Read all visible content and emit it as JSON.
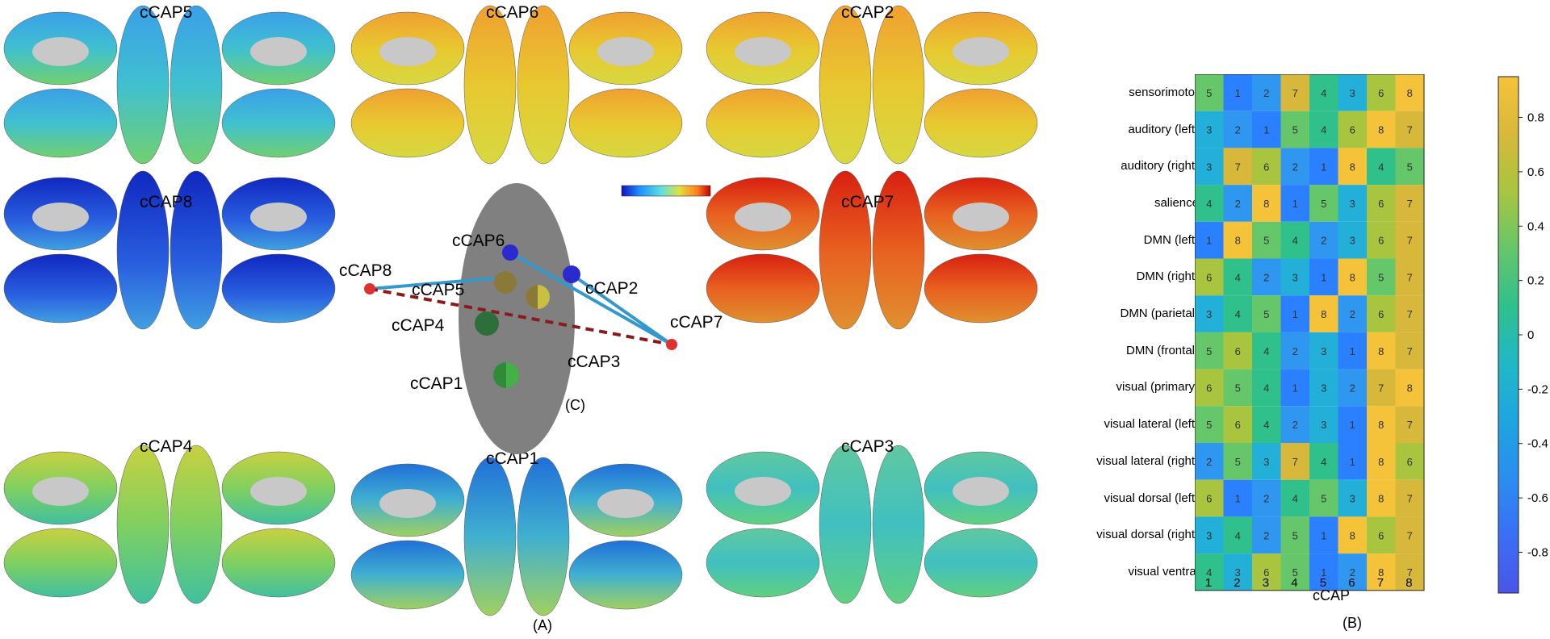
{
  "figure": {
    "panel_labels": {
      "a": "(A)",
      "b": "(B)",
      "c": "(C)"
    },
    "brain_maps": [
      {
        "id": "cCAP5",
        "title": "cCAP5",
        "scheme": "mixed-blue"
      },
      {
        "id": "cCAP6",
        "title": "cCAP6",
        "scheme": "yellow-orange"
      },
      {
        "id": "cCAP2",
        "title": "cCAP2",
        "scheme": "yellow-orange"
      },
      {
        "id": "cCAP8",
        "title": "cCAP8",
        "scheme": "deep-blue"
      },
      {
        "id": "cCAP7",
        "title": "cCAP7",
        "scheme": "red"
      },
      {
        "id": "cCAP4",
        "title": "cCAP4",
        "scheme": "green-yellow"
      },
      {
        "id": "cCAP1",
        "title": "cCAP1",
        "scheme": "blue-cyan"
      },
      {
        "id": "cCAP3",
        "title": "cCAP3",
        "scheme": "cyan-green"
      }
    ],
    "colorbar_colors": [
      "#1010c0",
      "#1e90ff",
      "#5fe0e0",
      "#e0e040",
      "#ff8020",
      "#c00000"
    ],
    "diagram": {
      "nodes": [
        {
          "label": "cCAP6",
          "color": "#2a2ad0"
        },
        {
          "label": "cCAP2",
          "color": "#2a2ad0"
        },
        {
          "label": "cCAP5",
          "color": "#8a7a3a"
        },
        {
          "label": "cCAP8",
          "color": "#e03030"
        },
        {
          "label": "cCAP7",
          "color": "#e03030"
        },
        {
          "label": "cCAP4",
          "color": "#2d6e3a"
        },
        {
          "label": "cCAP1",
          "color": "#2f8a3a"
        },
        {
          "label": "cCAP3",
          "color": "#c8c040"
        }
      ],
      "ellipse_color": "#808080",
      "edge_color": "#3399cc",
      "dashed_color": "#8b1a1a"
    },
    "heatmap": {
      "xlabel": "cCAP",
      "columns": [
        "1",
        "2",
        "3",
        "4",
        "5",
        "6",
        "7",
        "8"
      ],
      "rows": [
        "sensorimotor",
        "auditory (left)",
        "auditory (right)",
        "salience",
        "DMN (left)",
        "DMN (right)",
        "DMN (parietal)",
        "DMN (frontal)",
        "visual (primary)",
        "visual lateral (left)",
        "visual lateral (right)",
        "visual dorsal (left)",
        "visual dorsal (right)",
        "visual ventral"
      ],
      "ranks": [
        [
          5,
          1,
          2,
          7,
          4,
          3,
          6,
          8
        ],
        [
          3,
          2,
          1,
          5,
          4,
          6,
          8,
          7
        ],
        [
          3,
          7,
          6,
          2,
          1,
          8,
          4,
          5
        ],
        [
          4,
          2,
          8,
          1,
          5,
          3,
          6,
          7
        ],
        [
          1,
          8,
          5,
          4,
          2,
          3,
          6,
          7
        ],
        [
          6,
          4,
          2,
          3,
          1,
          8,
          5,
          7
        ],
        [
          3,
          4,
          5,
          1,
          8,
          2,
          6,
          7
        ],
        [
          5,
          6,
          4,
          2,
          3,
          1,
          8,
          7
        ],
        [
          6,
          5,
          4,
          1,
          3,
          2,
          7,
          8
        ],
        [
          5,
          6,
          4,
          2,
          3,
          1,
          8,
          7
        ],
        [
          2,
          5,
          3,
          7,
          4,
          1,
          8,
          6
        ],
        [
          6,
          1,
          2,
          4,
          5,
          3,
          8,
          7
        ],
        [
          3,
          4,
          2,
          5,
          1,
          8,
          6,
          7
        ],
        [
          4,
          3,
          6,
          5,
          1,
          2,
          8,
          7
        ]
      ],
      "colorbar_ticks": [
        "0.8",
        "0.6",
        "0.4",
        "0.2",
        "0",
        "-0.2",
        "-0.4",
        "-0.6",
        "-0.8"
      ],
      "colorbar_range": [
        -0.95,
        0.95
      ]
    }
  }
}
